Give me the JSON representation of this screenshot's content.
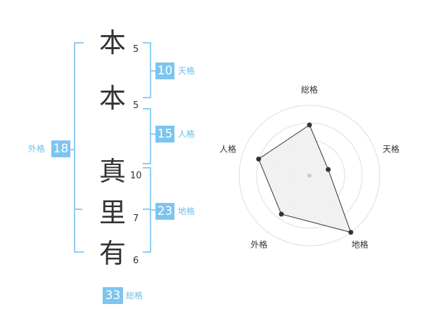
{
  "name": {
    "chars": [
      {
        "char": "本",
        "strokes": "5"
      },
      {
        "char": "本",
        "strokes": "5"
      },
      {
        "char": "真",
        "strokes": "10"
      },
      {
        "char": "里",
        "strokes": "7"
      },
      {
        "char": "有",
        "strokes": "6"
      }
    ]
  },
  "fortune": {
    "tenkaku": {
      "value": "10",
      "label": "天格"
    },
    "jinkaku": {
      "value": "15",
      "label": "人格"
    },
    "chikaku": {
      "value": "23",
      "label": "地格"
    },
    "gaikaku": {
      "value": "18",
      "label": "外格"
    },
    "soukaku": {
      "value": "33",
      "label": "総格"
    }
  },
  "colors": {
    "accent": "#7cc5f0",
    "bracket": "#8fcdf2",
    "label": "#6fbfe8",
    "radar_fill": "#f0f0f0",
    "radar_ring": "#dddddd"
  },
  "chart_data": {
    "type": "radar",
    "axes": [
      "総格",
      "天格",
      "地格",
      "外格",
      "人格"
    ],
    "values": [
      3.6,
      1.4,
      5.0,
      3.4,
      3.8
    ],
    "max": 5,
    "rings": 4
  }
}
